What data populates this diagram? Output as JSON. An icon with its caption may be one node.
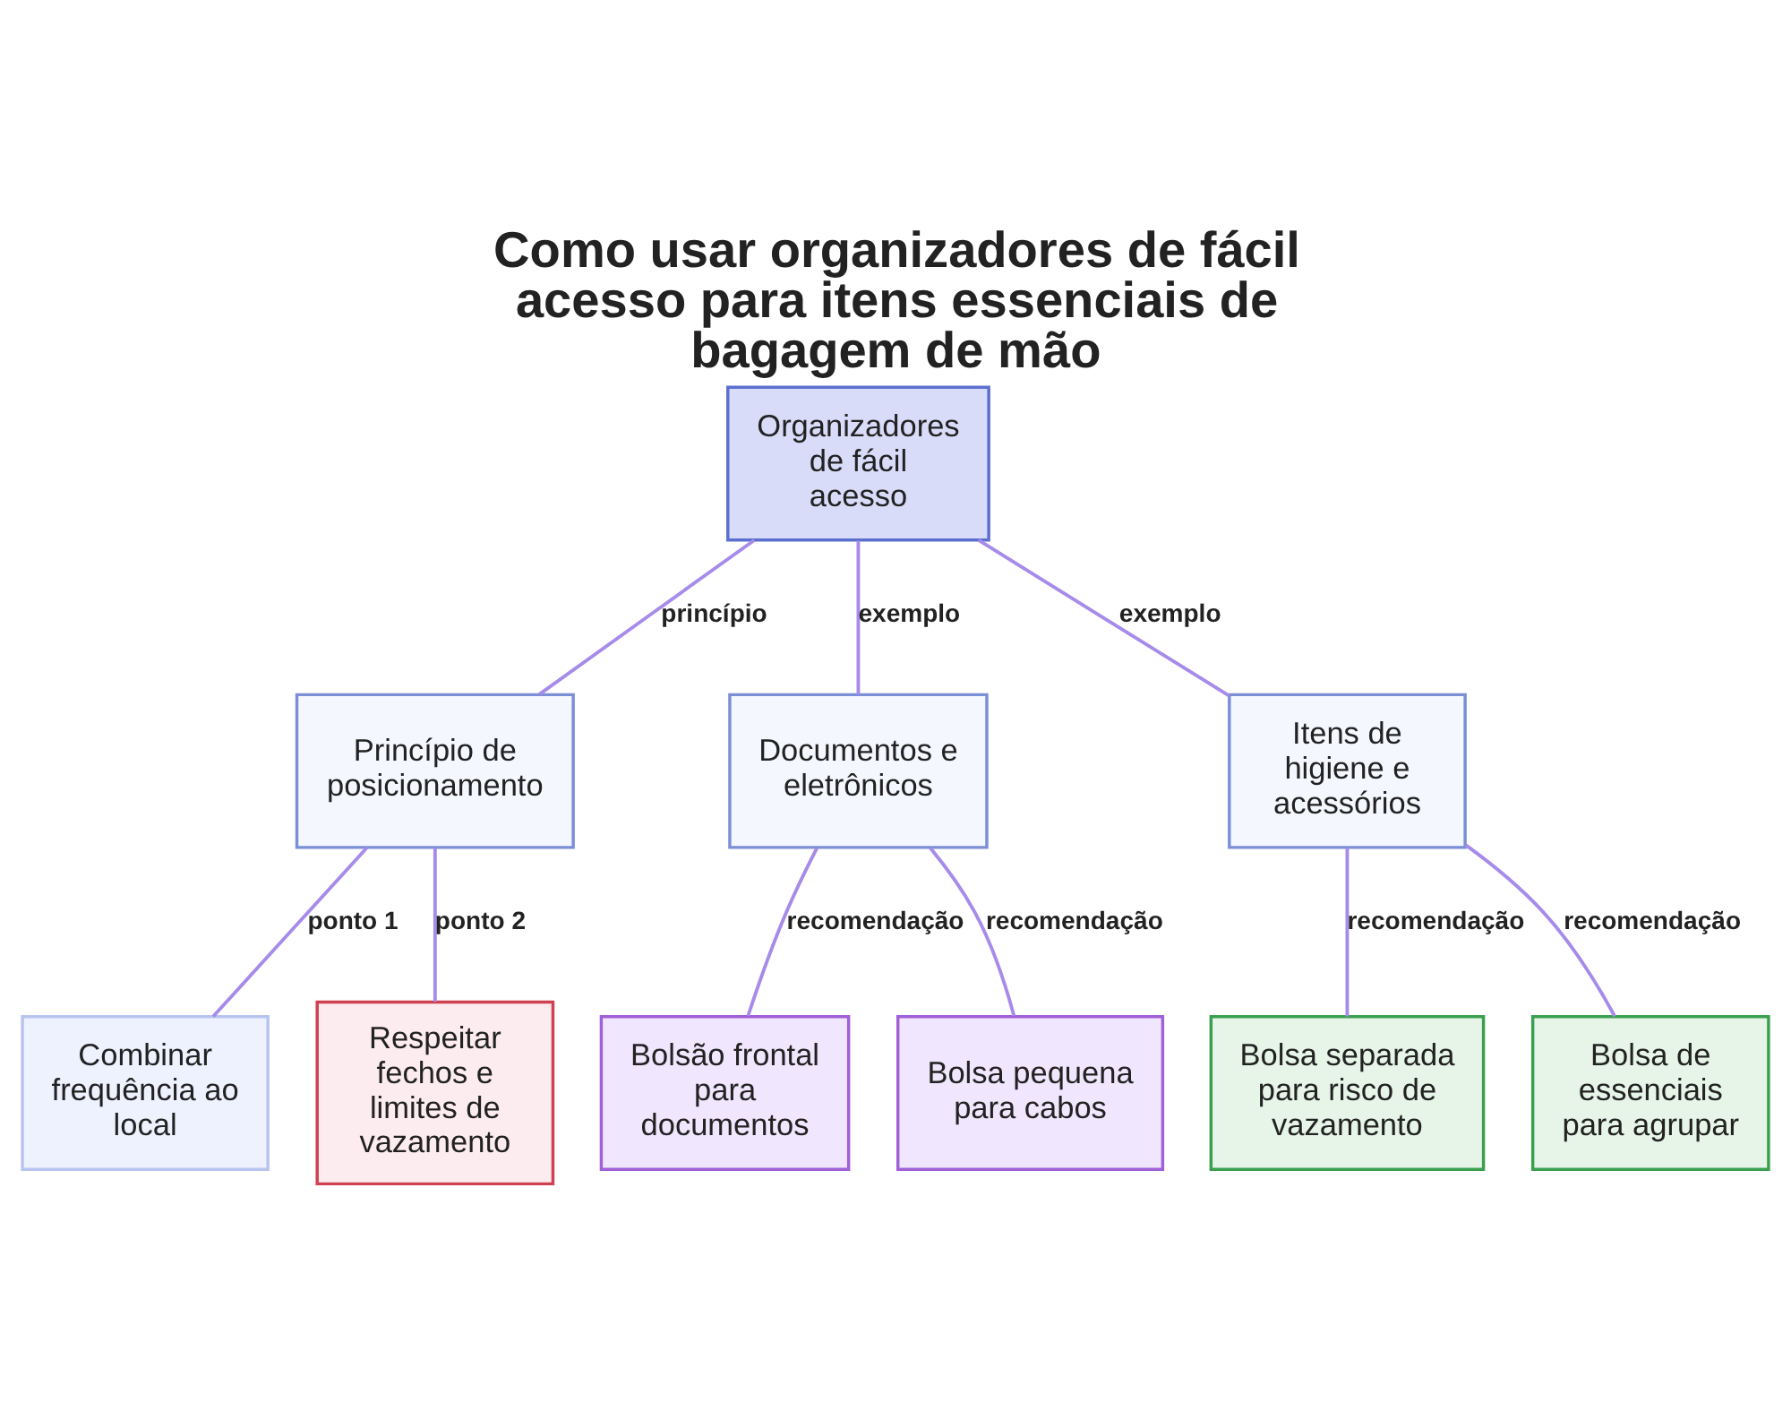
{
  "diagram": {
    "title": "Como usar organizadores de fácil acesso para itens essenciais de bagagem de mão",
    "nodes": [
      {
        "text": [
          "Organizadores de fácil acesso"
        ]
      },
      {
        "text": [
          "Princípio de posicionamento"
        ]
      },
      {
        "text": [
          "Documentos e eletrônicos"
        ]
      },
      {
        "text": [
          "Itens de higiene e acessórios"
        ]
      },
      {
        "text": [
          "Combinar frequência ao local"
        ]
      },
      {
        "text": [
          "Respeitar fechos e limites de vazamento"
        ]
      },
      {
        "text": [
          "Bolsão frontal para documentos"
        ]
      },
      {
        "text": [
          "Bolsa pequena para cabos"
        ]
      },
      {
        "text": [
          "Bolsa separada para risco de vazamento"
        ]
      },
      {
        "text": [
          "Bolsa de essenciais para agrupar"
        ]
      }
    ],
    "edges": [
      {
        "from": 0,
        "to": 1,
        "arrow": "none",
        "label": "princípio"
      },
      {
        "from": 0,
        "to": 2,
        "arrow": "none",
        "label": "exemplo"
      },
      {
        "from": 0,
        "to": 3,
        "arrow": "none",
        "label": "exemplo"
      },
      {
        "from": 1,
        "to": 4,
        "arrow": "none",
        "label": "ponto 1"
      },
      {
        "from": 1,
        "to": 5,
        "arrow": "none",
        "label": "ponto 2"
      },
      {
        "from": 2,
        "to": 6,
        "arrow": "none",
        "label": "recomendação"
      },
      {
        "from": 2,
        "to": 7,
        "arrow": "none",
        "label": "recomendação"
      },
      {
        "from": 3,
        "to": 8,
        "arrow": "none",
        "label": "recomendação"
      },
      {
        "from": 3,
        "to": 9,
        "arrow": "none",
        "label": "recomendação"
      }
    ]
  }
}
